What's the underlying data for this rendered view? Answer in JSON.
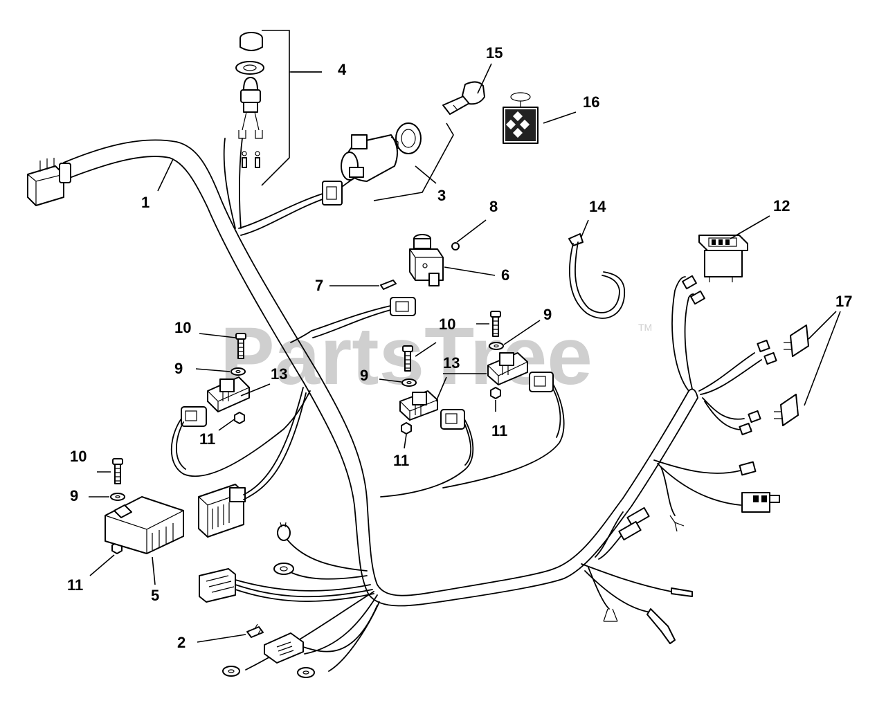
{
  "watermark": {
    "text": "PartsTree",
    "trademark": "TM"
  },
  "callouts": [
    {
      "id": "c1",
      "label": "1"
    },
    {
      "id": "c2",
      "label": "2"
    },
    {
      "id": "c3",
      "label": "3"
    },
    {
      "id": "c4",
      "label": "4"
    },
    {
      "id": "c5",
      "label": "5"
    },
    {
      "id": "c6",
      "label": "6"
    },
    {
      "id": "c7",
      "label": "7"
    },
    {
      "id": "c8",
      "label": "8"
    },
    {
      "id": "c9a",
      "label": "9"
    },
    {
      "id": "c9b",
      "label": "9"
    },
    {
      "id": "c9c",
      "label": "9"
    },
    {
      "id": "c9d",
      "label": "9"
    },
    {
      "id": "c10a",
      "label": "10"
    },
    {
      "id": "c10b",
      "label": "10"
    },
    {
      "id": "c10c",
      "label": "10"
    },
    {
      "id": "c11a",
      "label": "11"
    },
    {
      "id": "c11b",
      "label": "11"
    },
    {
      "id": "c11c",
      "label": "11"
    },
    {
      "id": "c11d",
      "label": "11"
    },
    {
      "id": "c12",
      "label": "12"
    },
    {
      "id": "c13a",
      "label": "13"
    },
    {
      "id": "c13b",
      "label": "13"
    },
    {
      "id": "c14",
      "label": "14"
    },
    {
      "id": "c15",
      "label": "15"
    },
    {
      "id": "c16",
      "label": "16"
    },
    {
      "id": "c17",
      "label": "17"
    }
  ]
}
